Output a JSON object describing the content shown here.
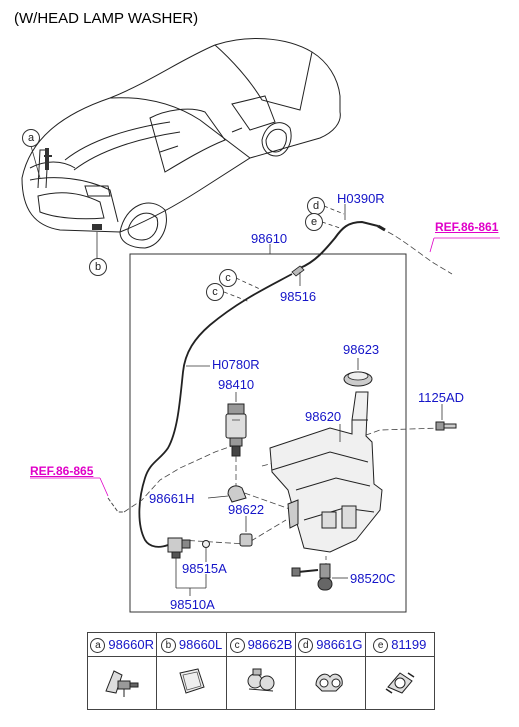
{
  "title": "(W/HEAD LAMP WASHER)",
  "part_labels": {
    "p98610": "98610",
    "h0390r": "H0390R",
    "p98516": "98516",
    "h0780r": "H0780R",
    "p98410": "98410",
    "p98623": "98623",
    "p98620": "98620",
    "p1125ad": "1125AD",
    "p98661h": "98661H",
    "p98622": "98622",
    "p98515a": "98515A",
    "p98510a": "98510A",
    "p98520c": "98520C"
  },
  "references": {
    "ref_top": "REF.86-861",
    "ref_left": "REF.86-865"
  },
  "callouts": {
    "a": "a",
    "b": "b",
    "c1": "c",
    "c2": "c",
    "d": "d",
    "e": "e"
  },
  "legend": [
    {
      "letter": "a",
      "part": "98660R",
      "icon": "nozzle-icon"
    },
    {
      "letter": "b",
      "part": "98660L",
      "icon": "cap-pad-icon"
    },
    {
      "letter": "c",
      "part": "98662B",
      "icon": "hose-clip-icon"
    },
    {
      "letter": "d",
      "part": "98661G",
      "icon": "hose-clip-icon"
    },
    {
      "letter": "e",
      "part": "81199",
      "icon": "clamp-icon"
    }
  ]
}
